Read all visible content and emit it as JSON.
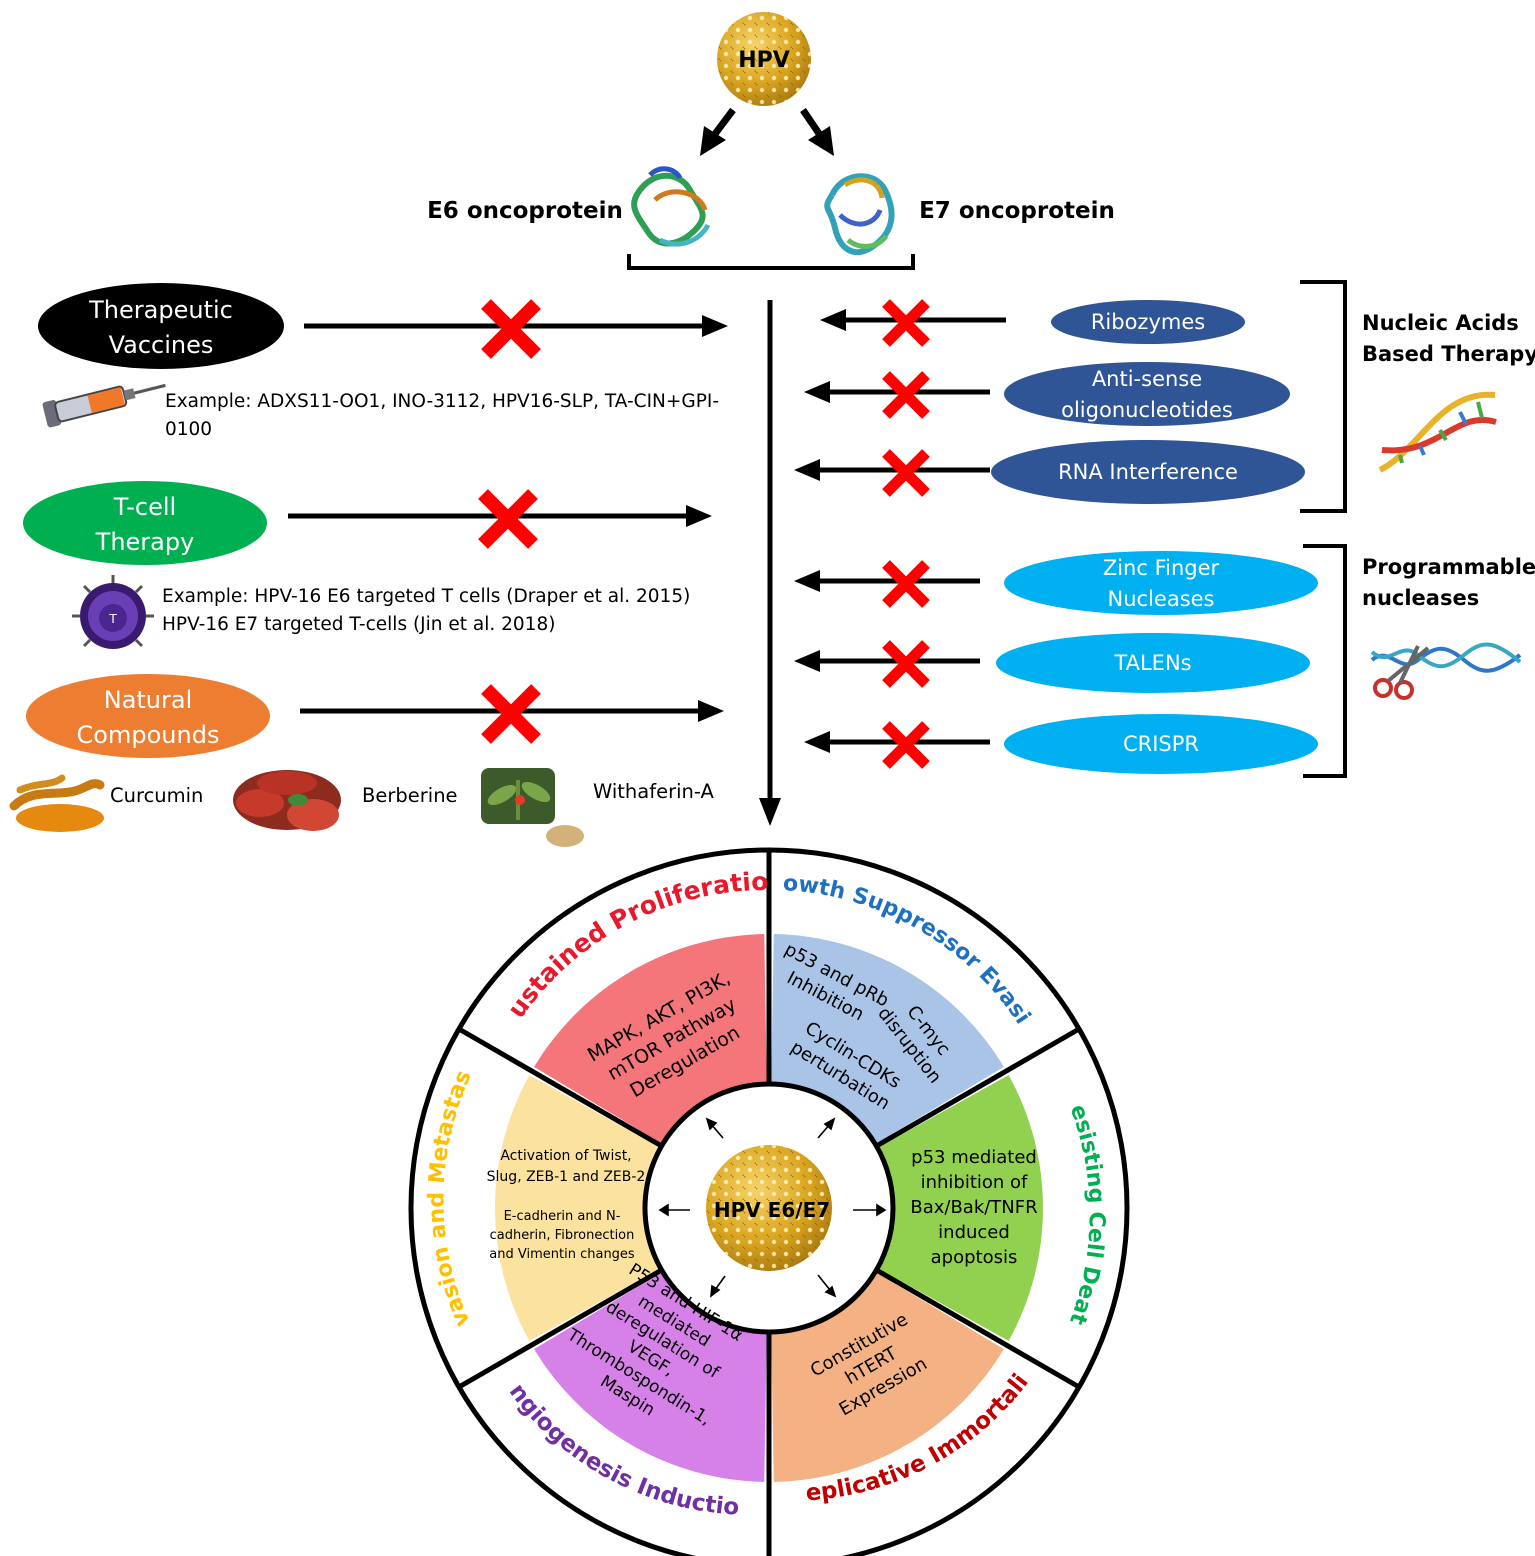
{
  "colors": {
    "black": "#000000",
    "green": "#00b050",
    "orange": "#ed7d31",
    "navy": "#2f5597",
    "cyan": "#00b0f0",
    "cross": "#ff0000",
    "hpv_gold": "#d9a520",
    "sector_red": "#f4757a",
    "sector_blue": "#a9c4e6",
    "sector_green": "#92d050",
    "sector_peach": "#f4b183",
    "sector_violet": "#d681e8",
    "sector_yellow": "#fbe29f",
    "title_red": "#e8192c",
    "title_blue": "#1f70c1",
    "title_green": "#00b050",
    "title_darkred": "#c00000",
    "title_purple": "#7030a0",
    "title_yellow": "#ffc000"
  },
  "top": {
    "hpv_label": "HPV",
    "e6_label": "E6 oncoprotein",
    "e7_label": "E7 oncoprotein"
  },
  "left_therapies": [
    {
      "label_lines": [
        "Therapeutic",
        "Vaccines"
      ],
      "icon": "syringe-icon",
      "example_lines": [
        "Example: ADXS11-OO1, INO-3112, HPV16-SLP,  TA-CIN+GPI-",
        "0100"
      ]
    },
    {
      "label_lines": [
        "T-cell",
        "Therapy"
      ],
      "icon": "t-cell-icon",
      "cell_letter": "T",
      "example_lines": [
        "Example: HPV-16 E6 targeted T cells (Draper et al. 2015)",
        "HPV-16 E7 targeted T-cells (Jin et al. 2018)"
      ]
    },
    {
      "label_lines": [
        "Natural",
        "Compounds"
      ]
    }
  ],
  "natural_compounds": [
    "Curcumin",
    "Berberine",
    "Withaferin-A"
  ],
  "nucleic_acids": {
    "group_label_lines": [
      "Nucleic Acids",
      "Based Therapy"
    ],
    "items": [
      {
        "label_lines": [
          "Ribozymes"
        ]
      },
      {
        "label_lines": [
          "Anti-sense",
          "oligonucleotides"
        ]
      },
      {
        "label_lines": [
          "RNA Interference"
        ]
      }
    ]
  },
  "nucleases": {
    "group_label_lines": [
      "Programmable",
      "nucleases"
    ],
    "items": [
      {
        "label_lines": [
          "Zinc Finger",
          "Nucleases"
        ]
      },
      {
        "label_lines": [
          "TALENs"
        ]
      },
      {
        "label_lines": [
          "CRISPR"
        ]
      }
    ]
  },
  "wheel": {
    "center_label": "HPV E6/E7",
    "sectors": [
      {
        "title": "Sustained Proliferation",
        "lines": [
          "MAPK, AKT, PI3K,",
          "mTOR Pathway",
          "Deregulation"
        ]
      },
      {
        "title": "Growth Suppressor  Evasion",
        "lines": [
          "p53 and pRb",
          "Inhibition",
          "C-myc",
          "disruption",
          "Cyclin-CDKs",
          "perturbation"
        ]
      },
      {
        "title": "Resisting Cell Death",
        "lines": [
          "p53 mediated",
          "inhibition of",
          "Bax/Bak/TNFR",
          "induced",
          "apoptosis"
        ]
      },
      {
        "title": "Replicative  Immortality",
        "lines": [
          "Constitutive",
          "hTERT",
          "Expression"
        ]
      },
      {
        "title": "Angiogenesis Induction",
        "lines": [
          "P53 and HIF-1α",
          "mediated",
          "deregulation of",
          "VEGF,",
          "Thrombospondin-1,",
          "Maspin"
        ]
      },
      {
        "title": "Invasion and  Metastasis",
        "lines": [
          "Activation of Twist,",
          "Slug, ZEB-1 and ZEB-2",
          "E-cadherin and N-",
          "cadherin, Fibronection",
          "and Vimentin changes"
        ]
      }
    ]
  }
}
